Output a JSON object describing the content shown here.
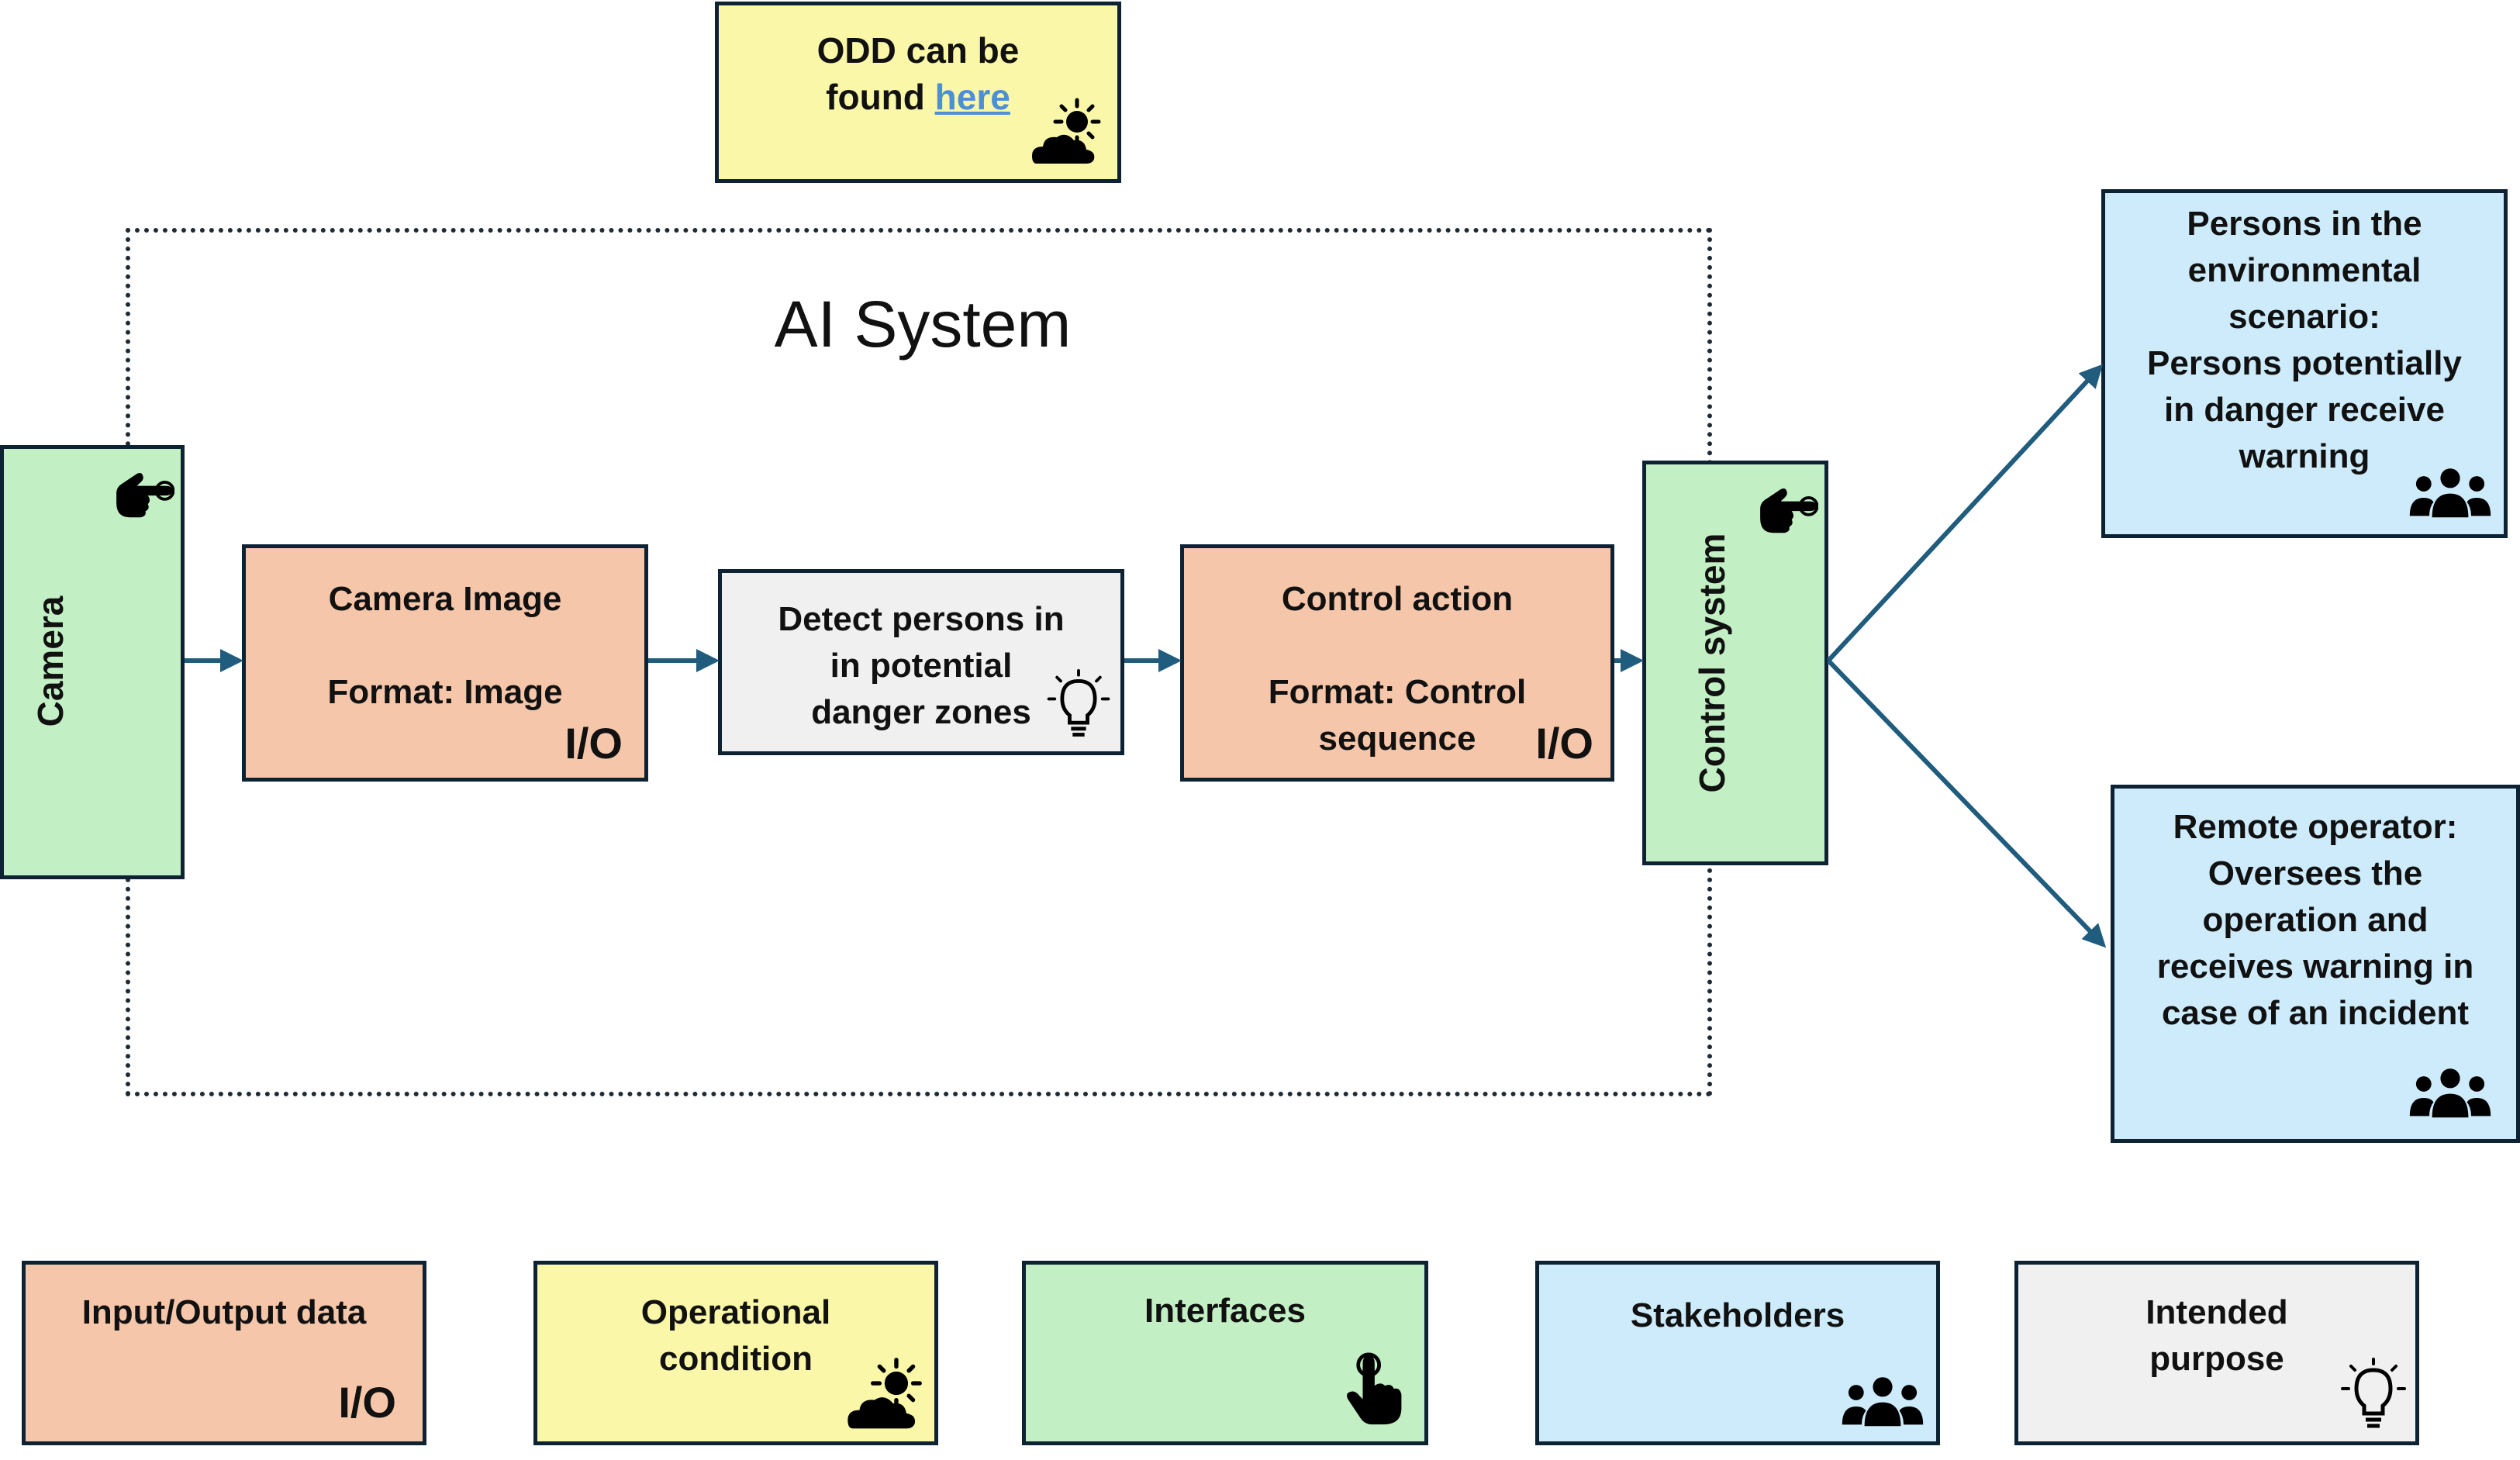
{
  "odd_note": {
    "text": "ODD can be",
    "text2": "found",
    "link": "here"
  },
  "system": {
    "title": "AI System"
  },
  "nodes": {
    "camera": {
      "label": "Camera"
    },
    "camera_image": {
      "line1": "Camera Image",
      "line2": "Format: Image",
      "io": "I/O"
    },
    "detect": {
      "line1": "Detect persons in",
      "line2": "in potential",
      "line3": "danger zones"
    },
    "control_action": {
      "line1": "Control action",
      "line2": "Format: Control",
      "line3": "sequence",
      "io": "I/O"
    },
    "control_system": {
      "label": "Control system"
    },
    "persons": {
      "lines": [
        "Persons in the",
        "environmental",
        "scenario:",
        "Persons potentially",
        "in danger receive",
        "warning"
      ]
    },
    "operator": {
      "lines": [
        "Remote operator:",
        "Oversees the",
        "operation and",
        "receives warning in",
        "case of an incident"
      ]
    }
  },
  "legend": {
    "io": {
      "line1": "Input/Output data",
      "io": "I/O"
    },
    "operational": {
      "line1": "Operational",
      "line2": "condition"
    },
    "interfaces": {
      "line1": "Interfaces"
    },
    "stakeholders": {
      "line1": "Stakeholders"
    },
    "purpose": {
      "line1": "Intended",
      "line2": "purpose"
    }
  },
  "colors": {
    "io": "#f5c6a9",
    "operational": "#faf7a8",
    "interface": "#c2efc4",
    "stakeholder": "#cdebfb",
    "purpose": "#f0f0f0",
    "arrow": "#1f5c7d"
  },
  "icons": [
    "sun-cloud-icon",
    "hand-pointer-icon",
    "lightbulb-icon",
    "people-group-icon"
  ]
}
